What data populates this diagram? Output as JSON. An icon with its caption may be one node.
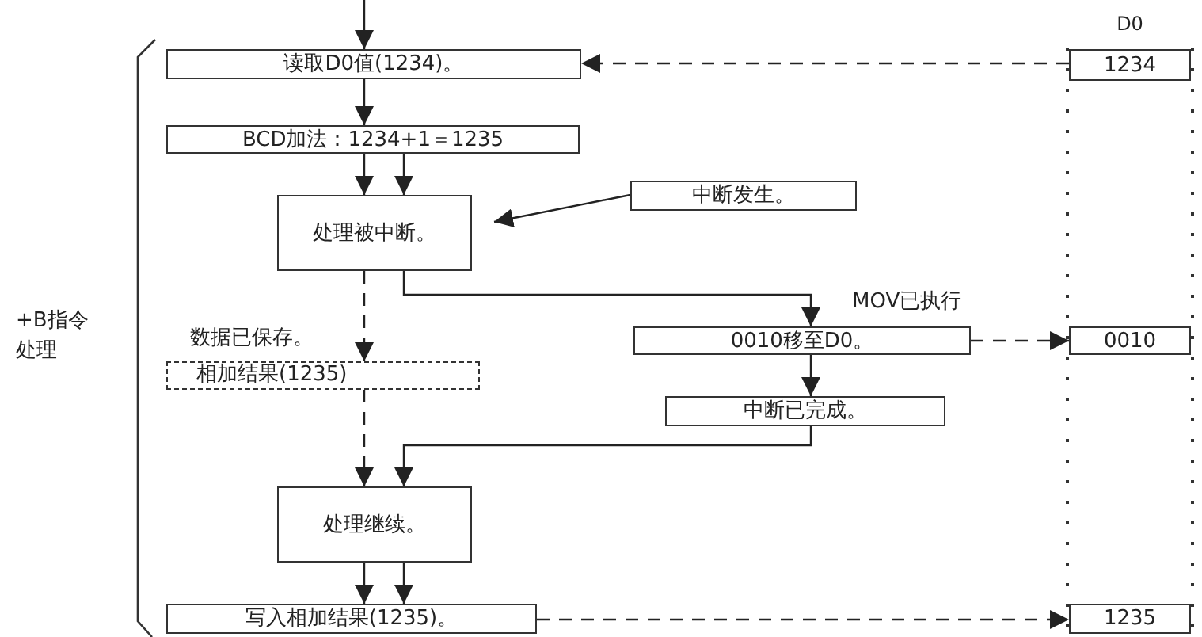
{
  "diagram": {
    "nodes": [
      {
        "text": [
          "读取D0值(1234)。"
        ]
      },
      {
        "text": [
          "BCD加法：1234+1＝1235"
        ]
      },
      {
        "text": [
          "处理被中断。"
        ]
      },
      {
        "text": [
          "中断发生。"
        ]
      },
      {
        "text": [
          "数据已保存。",
          "相加结果(1235)"
        ]
      },
      {
        "text": [
          "0010移至D0。"
        ],
        "beside": [
          "MOV已执行"
        ]
      },
      {
        "text": [
          "中断已完成。"
        ]
      },
      {
        "text": [
          "处理继续。"
        ]
      },
      {
        "text": [
          "写入相加结果(1235)。"
        ]
      },
      {
        "text": [
          "D0"
        ]
      },
      {
        "text": [
          "1234"
        ],
        "in": 9
      },
      {
        "text": [
          "0010"
        ],
        "in": 9
      },
      {
        "text": [
          "1235"
        ],
        "in": 9
      }
    ],
    "edges": [
      {
        "from": null,
        "to": 0,
        "arrow": "to"
      },
      {
        "from": 0,
        "to": 1,
        "arrow": "to"
      },
      {
        "from": 1,
        "to": 2,
        "arrow": "to"
      },
      {
        "from": 1,
        "to": 2,
        "arrow": "to"
      },
      {
        "from": 3,
        "to": 2,
        "arrow": "to"
      },
      {
        "from": 2,
        "to": 4,
        "arrow": "to",
        "style": "dashed"
      },
      {
        "from": 2,
        "to": 5,
        "arrow": "to"
      },
      {
        "from": 5,
        "to": 6,
        "arrow": "to"
      },
      {
        "from": 6,
        "to": 7,
        "arrow": "to"
      },
      {
        "from": 4,
        "to": 7,
        "arrow": "to",
        "style": "dashed"
      },
      {
        "from": 7,
        "to": 8,
        "arrow": "to"
      },
      {
        "from": 7,
        "to": 8,
        "arrow": "to"
      },
      {
        "from": 10,
        "to": 0,
        "arrow": "to",
        "style": "dashed"
      },
      {
        "from": 5,
        "to": 11,
        "arrow": "to",
        "style": "dashed"
      },
      {
        "from": 8,
        "to": 12,
        "arrow": "to",
        "style": "dashed"
      }
    ],
    "labels": [
      "+B指令处理"
    ]
  }
}
